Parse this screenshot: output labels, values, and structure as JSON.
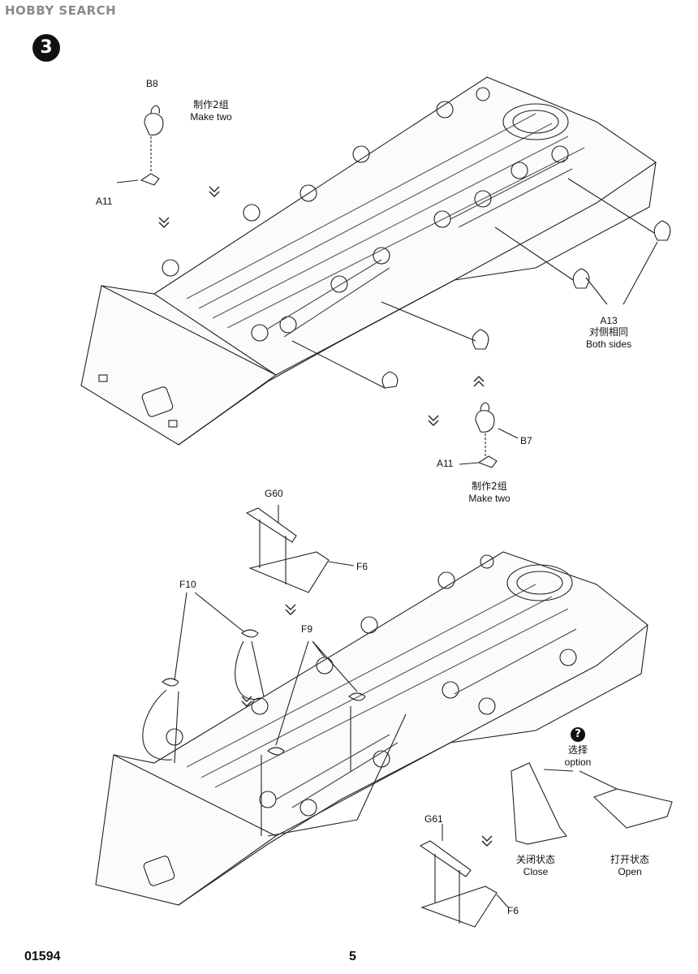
{
  "header": {
    "watermark": "HOBBY SEARCH",
    "step_number": "3"
  },
  "step1": {
    "b8_part": "B8",
    "make_two_cn": "制作2组",
    "make_two_en": "Make two",
    "a11_top": "A11",
    "a13_part": "A13",
    "both_sides_cn": "对侧相同",
    "both_sides_en": "Both sides",
    "b7_part": "B7",
    "a11_bottom": "A11",
    "make_two_cn_2": "制作2组",
    "make_two_en_2": "Make two"
  },
  "step2": {
    "g60_part": "G60",
    "f6_top": "F6",
    "f10_part": "F10",
    "f9_part": "F9",
    "option_cn": "选择",
    "option_en": "option",
    "option_mark": "?",
    "g61_part": "G61",
    "f6_bottom": "F6",
    "closed_cn": "关闭状态",
    "closed_en": "Close",
    "open_cn": "打开状态",
    "open_en": "Open"
  },
  "footer": {
    "kit_number": "01594",
    "page_number": "5"
  }
}
